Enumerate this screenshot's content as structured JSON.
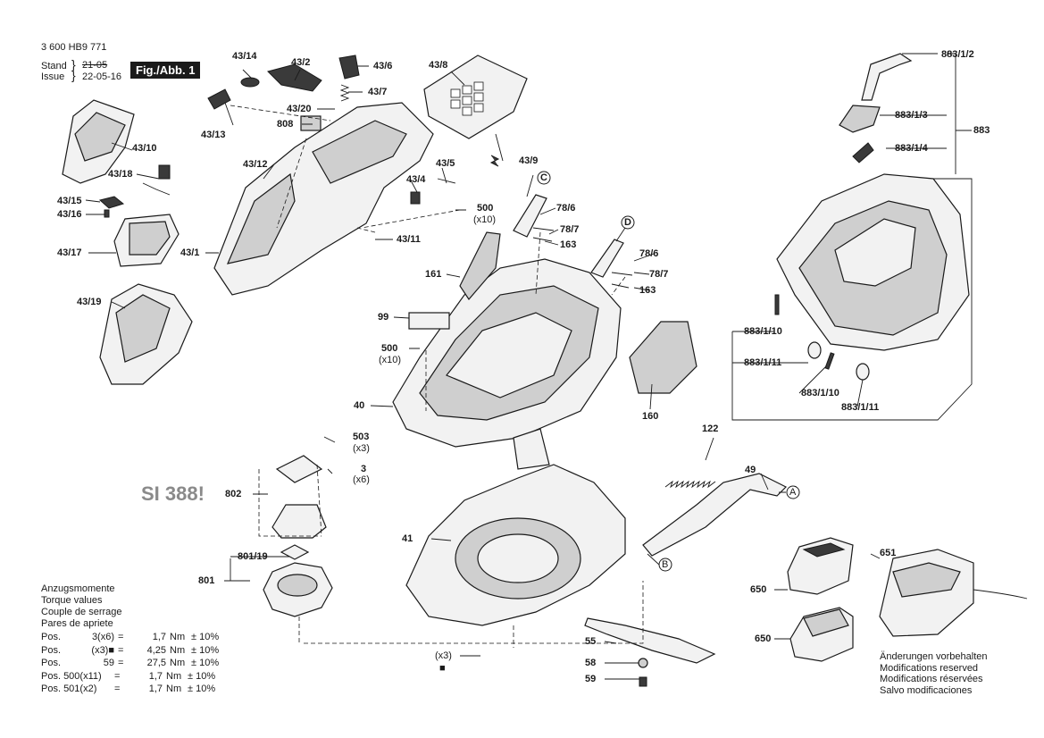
{
  "header": {
    "doc_number": "3 600 HB9 771",
    "stand_label": "Stand",
    "stand_date": "21-05",
    "issue_label": "Issue",
    "issue_date": "22-05-16",
    "figure_label": "Fig./Abb. 1"
  },
  "model_label": "SI 388!",
  "callouts": {
    "c43_14": "43/14",
    "c43_2": "43/2",
    "c43_6": "43/6",
    "c43_8": "43/8",
    "c43_7": "43/7",
    "c43_20": "43/20",
    "c808": "808",
    "c43_13": "43/13",
    "c43_10": "43/10",
    "c43_18": "43/18",
    "c43_12": "43/12",
    "c43_9": "43/9",
    "c43_5": "43/5",
    "c43_4": "43/4",
    "c43_15": "43/15",
    "c43_16": "43/16",
    "c500a": "500",
    "c500a_q": "(x10)",
    "c43_11": "43/11",
    "c43_17": "43/17",
    "c43_1": "43/1",
    "c43_19": "43/19",
    "cC": "C",
    "c78_6a": "78/6",
    "c78_7a": "78/7",
    "c163a": "163",
    "cD": "D",
    "c78_6b": "78/6",
    "c78_7b": "78/7",
    "c163b": "163",
    "c161": "161",
    "c99": "99",
    "c500b": "500",
    "c500b_q": "(x10)",
    "c40": "40",
    "c160": "160",
    "c883_1_2": "883/1/2",
    "c883_1_3": "883/1/3",
    "c883": "883",
    "c883_1_4": "883/1/4",
    "c883_1_10a": "883/1/10",
    "c883_1_11a": "883/1/11",
    "c883_1_10b": "883/1/10",
    "c883_1_11b": "883/1/11",
    "c503": "503",
    "c503_q": "(x3)",
    "c3": "3",
    "c3_q": "(x6)",
    "c802": "802",
    "c122": "122",
    "c49": "49",
    "cA": "A",
    "cB": "B",
    "c41": "41",
    "c801_19": "801/19",
    "c801": "801",
    "c651": "651",
    "c650a": "650",
    "c650b": "650",
    "cx3": "(x3)",
    "csq": "■",
    "c55": "55",
    "c58": "58",
    "c59": "59"
  },
  "torque": {
    "titles": [
      "Anzugsmomente",
      "Torque values",
      "Couple de serrage",
      "Pares de apriete"
    ],
    "rows": [
      {
        "pos": "Pos.",
        "item": "3(x6)",
        "eq": "=",
        "val": "1,7",
        "unit": "Nm",
        "tol": "± 10%"
      },
      {
        "pos": "Pos.",
        "item": "(x3)■",
        "eq": "=",
        "val": "4,25",
        "unit": "Nm",
        "tol": "± 10%"
      },
      {
        "pos": "Pos.",
        "item": "59",
        "eq": "=",
        "val": "27,5",
        "unit": "Nm",
        "tol": "± 10%"
      },
      {
        "pos": "Pos. 500(x11)",
        "item": "",
        "eq": "=",
        "val": "1,7",
        "unit": "Nm",
        "tol": "± 10%"
      },
      {
        "pos": "Pos. 501(x2)",
        "item": "",
        "eq": "=",
        "val": "1,7",
        "unit": "Nm",
        "tol": "± 10%"
      }
    ]
  },
  "modifications": [
    "Änderungen vorbehalten",
    "Modifications reserved",
    "Modifications réservées",
    "Salvo modificaciones"
  ]
}
